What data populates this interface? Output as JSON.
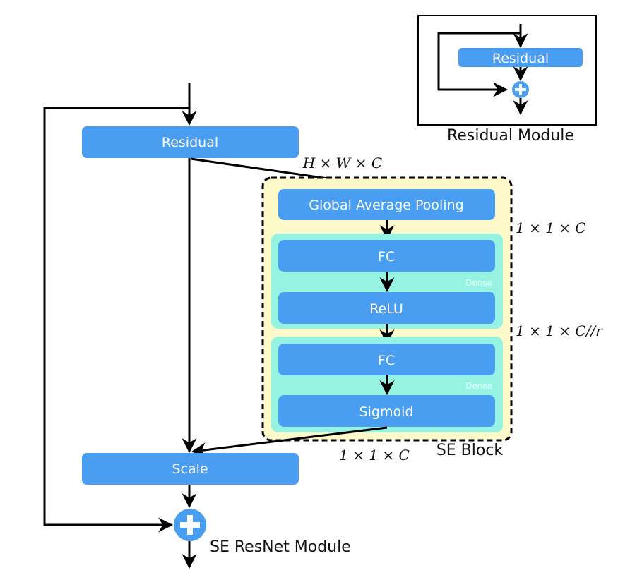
{
  "colors": {
    "box": "#4a9ef2",
    "dense_bg": "#96f3e2",
    "se_bg": "#fdf9c9",
    "line": "#000000",
    "text_on_box": "#ffffff"
  },
  "main_module": {
    "title": "SE ResNet Module",
    "residual_label": "Residual",
    "scale_label": "Scale",
    "add_symbol": "+"
  },
  "se_block": {
    "title": "SE Block",
    "pooling_label": "Global Average Pooling",
    "dense1": {
      "tag": "Dense",
      "fc_label": "FC",
      "activation_label": "ReLU"
    },
    "dense2": {
      "tag": "Dense",
      "fc_label": "FC",
      "activation_label": "Sigmoid"
    }
  },
  "dimensions": {
    "input": "H × W × C",
    "after_pooling": "1 × 1 × C",
    "after_dense1": "1 × 1 × C//r",
    "output": "1 × 1 × C"
  },
  "inset": {
    "title": "Residual Module",
    "residual_label": "Residual",
    "add_symbol": "+"
  }
}
